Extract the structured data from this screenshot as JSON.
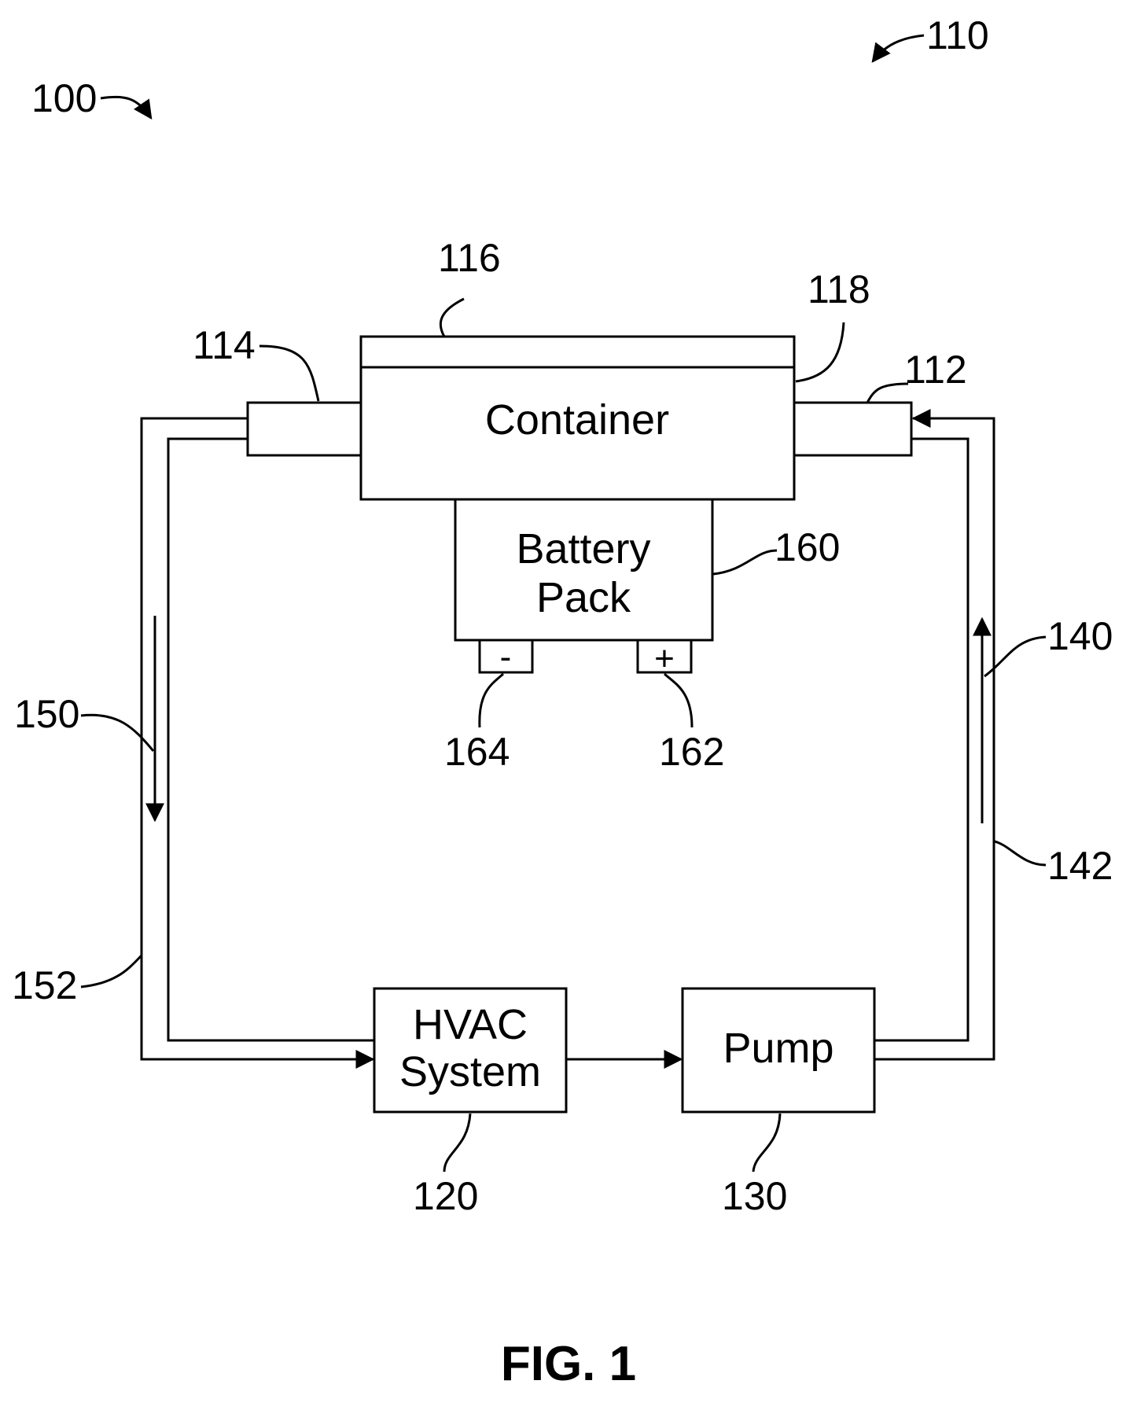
{
  "figure": {
    "caption": "FIG. 1"
  },
  "components": {
    "container": "Container",
    "battery_pack": {
      "line1": "Battery",
      "line2": "Pack"
    },
    "negative_terminal": "-",
    "positive_terminal": "+",
    "hvac_system": {
      "line1": "HVAC",
      "line2": "System"
    },
    "pump": "Pump"
  },
  "reference_numerals": {
    "system": "100",
    "container_assembly": "110",
    "inlet_112": "112",
    "outlet_114": "114",
    "lid_116": "116",
    "wall_118": "118",
    "hvac": "120",
    "pump": "130",
    "flow_140": "140",
    "line_142": "142",
    "flow_150": "150",
    "line_152": "152",
    "battery": "160",
    "positive": "162",
    "negative": "164"
  }
}
